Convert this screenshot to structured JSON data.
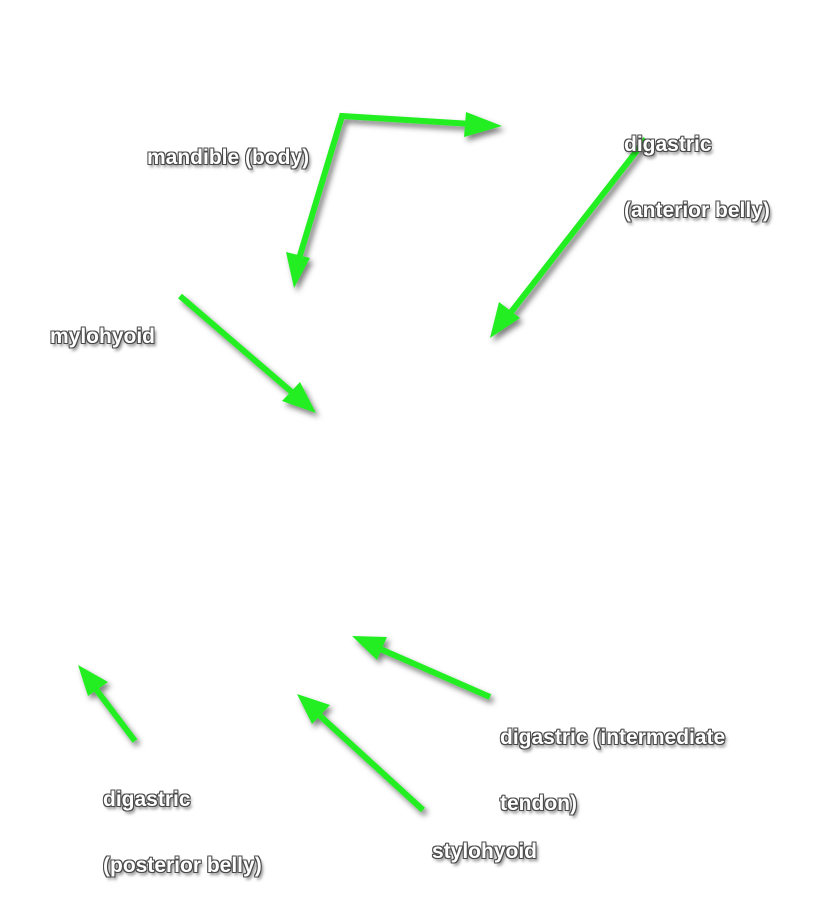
{
  "colors": {
    "arrow": "#22ee22",
    "label_text": "#ffffff",
    "label_outline": "#4a4a4a"
  },
  "labels": {
    "mandible": "mandible (body)",
    "digastric_anterior": [
      "digastric",
      "(anterior belly)"
    ],
    "mylohyoid": "mylohyoid",
    "digastric_intermediate": [
      "digastric (intermediate",
      "tendon)"
    ],
    "digastric_posterior": [
      "digastric",
      "(posterior belly)"
    ],
    "stylohyoid": "stylohyoid"
  }
}
